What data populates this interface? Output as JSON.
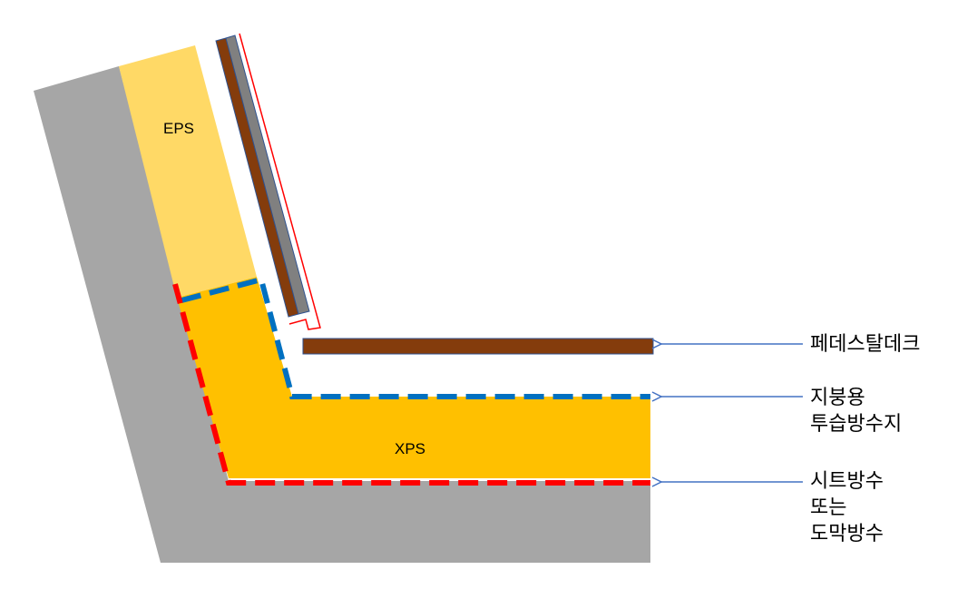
{
  "materials": {
    "eps": "EPS",
    "xps": "XPS"
  },
  "labels": {
    "pedestal_deck": "페데스탈데크",
    "membrane_line1": "지붕용",
    "membrane_line2": "투습방수지",
    "waterproof_line1": "시트방수",
    "waterproof_line2": "또는",
    "waterproof_line3": "도막방수"
  },
  "colors": {
    "concrete": "#A6A6A6",
    "eps": "#FFD966",
    "xps": "#FFC000",
    "deck": "#843C0C",
    "panel_gray": "#808080",
    "membrane_dash": "#0070C0",
    "waterproof_dash": "#FF0000",
    "arrow": "#4472C4"
  }
}
